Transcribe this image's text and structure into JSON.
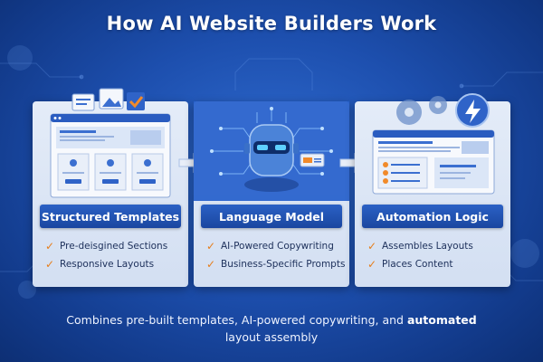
{
  "title": "How AI Website Builders Work",
  "panels": [
    {
      "label": "Structured Templates",
      "features": [
        "Pre-deisgined Sections",
        "Responsive Layouts"
      ]
    },
    {
      "label": "Language Model",
      "features": [
        "AI-Powered Copywriting",
        "Business-Specific Prompts"
      ]
    },
    {
      "label": "Automation Logic",
      "features": [
        "Assembles Layouts",
        "Places Content"
      ]
    }
  ],
  "caption": {
    "text": "Combines pre-built templates, AI-powered copywriting, and",
    "emphasis": "automated",
    "tail": "layout assembly"
  },
  "icons": {
    "panel_1": "website-template-icon",
    "panel_2": "robot-head-icon",
    "panel_3": "gears-automation-icon",
    "check": "checkmark-icon",
    "flow": "arrow-right-icon"
  },
  "colors": {
    "background": "#1d4fae",
    "banner": "#1f4fb0",
    "check": "#e67e1c",
    "panel": "#dce6f5",
    "text_dark": "#1c2f5a"
  }
}
